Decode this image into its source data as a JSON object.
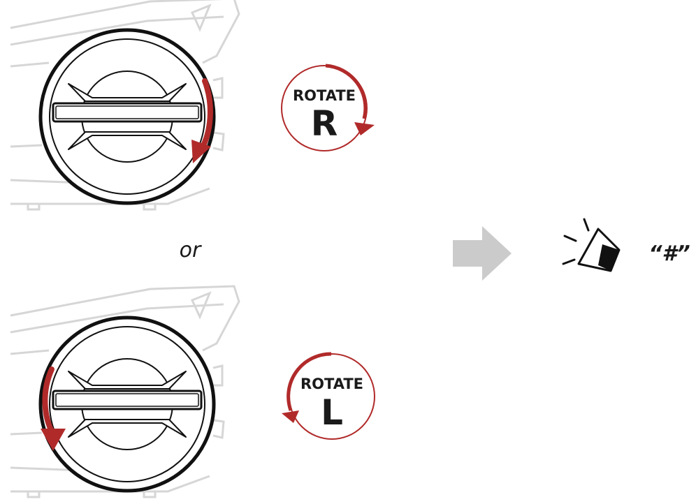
{
  "steps": [
    {
      "badge_word": "ROTATE",
      "badge_letter": "R",
      "direction": "clockwise"
    },
    {
      "badge_word": "ROTATE",
      "badge_letter": "L",
      "direction": "counterclockwise"
    }
  ],
  "connector": "or",
  "result": {
    "sound_text": "“#”",
    "icon": "speaker-sound-icon"
  },
  "colors": {
    "accent": "#B12A2A",
    "arrow_gray": "#CBCBCB",
    "line": "#111111",
    "housing": "#D6D6D6"
  }
}
